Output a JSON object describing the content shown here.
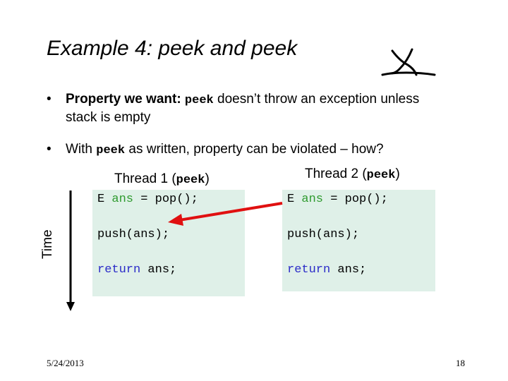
{
  "slide": {
    "title": "Example 4: peek and peek",
    "bullets": [
      {
        "dot": "•",
        "bold_lead": "Property we want: ",
        "code": "peek",
        "rest_line1": " doesn’t throw an exception unless",
        "rest_line2": "stack is empty"
      },
      {
        "dot": "•",
        "lead": "With ",
        "code": "peek",
        "rest": " as written, property can be violated – how?"
      }
    ],
    "thread1": {
      "label_prefix": "Thread 1 (",
      "label_code": "peek",
      "label_suffix": ")",
      "lines": [
        {
          "t1": "E ",
          "kw": "ans",
          "t2": " = pop();"
        },
        {
          "t1": "push(ans);"
        },
        {
          "kw": "return",
          "t2": " ans;"
        }
      ]
    },
    "thread2": {
      "label_prefix": "Thread 2 (",
      "label_code": "peek",
      "label_suffix": ")",
      "lines": [
        {
          "t1": "E ",
          "kw": "ans",
          "t2": " = pop();"
        },
        {
          "t1": "push(ans);"
        },
        {
          "kw": "return",
          "t2": " ans;"
        }
      ]
    },
    "time_label": "Time",
    "footer": {
      "date": "5/24/2013",
      "page": "18"
    },
    "colors": {
      "code_bg": "#dff0e8",
      "keyword_green": "#2e9a2e",
      "keyword_blue": "#2b2bc8",
      "arrow_red": "#e01010"
    }
  }
}
